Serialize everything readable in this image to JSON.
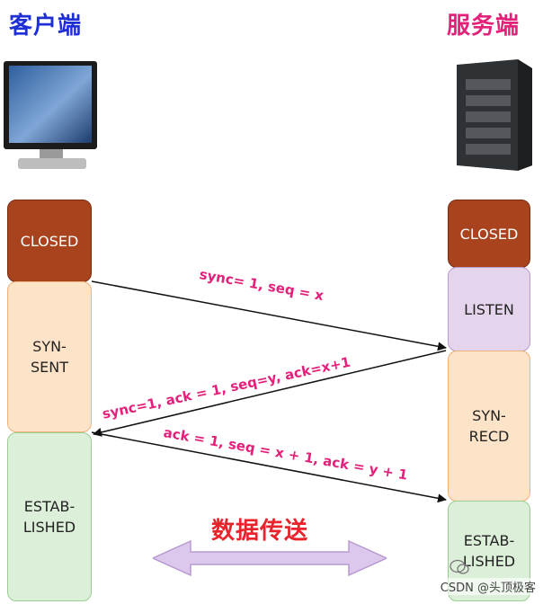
{
  "titles": {
    "client": "客户端",
    "server": "服务端"
  },
  "client_states": {
    "closed": "CLOSED",
    "syn_sent": "SYN-\nSENT",
    "established": "ESTAB-\nLISHED"
  },
  "server_states": {
    "closed": "CLOSED",
    "listen": "LISTEN",
    "syn_recd": "SYN-\nRECD",
    "established": "ESTAB-\nLISHED"
  },
  "messages": {
    "m1": "sync= 1,  seq = x",
    "m2": "sync=1,  ack = 1,  seq=y,  ack=x+1",
    "m3": "ack = 1,  seq = x + 1,  ack = y + 1"
  },
  "transfer_label": "数据传送",
  "watermark": "CSDN @头顶极客",
  "colors": {
    "client_title": "#1f2fd6",
    "server_title": "#e3207a",
    "message": "#e3207a",
    "transfer": "#e8232b"
  },
  "icons": {
    "client": "desktop-monitor-icon",
    "server": "server-rack-icon",
    "transfer": "double-arrow-icon"
  }
}
